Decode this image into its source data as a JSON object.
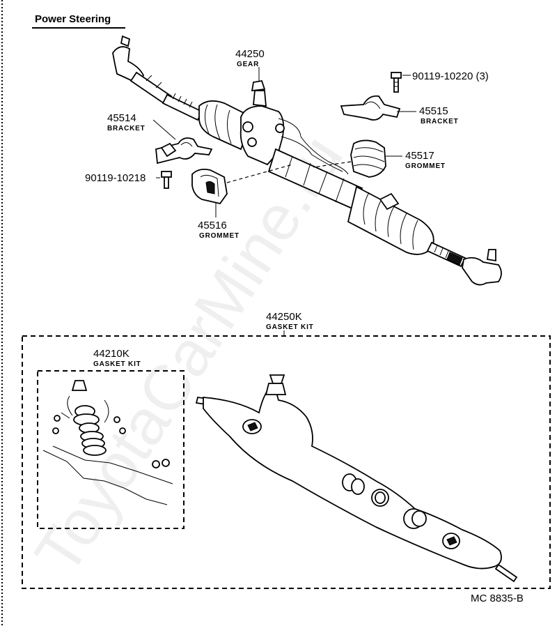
{
  "title": "Power Steering",
  "watermark": "ToyotaCarMine.ru",
  "figure_code": "MC  8835-B",
  "parts": {
    "gear": {
      "number": "44250",
      "name": "GEAR"
    },
    "bolt_3": {
      "number": "90119-10220 (3)"
    },
    "bracket_45515": {
      "number": "45515",
      "name": "BRACKET"
    },
    "bracket_45514": {
      "number": "45514",
      "name": "BRACKET"
    },
    "grommet_45517": {
      "number": "45517",
      "name": "GROMMET"
    },
    "bolt_10218": {
      "number": "90119-10218"
    },
    "grommet_45516": {
      "number": "45516",
      "name": "GROMMET"
    },
    "kit_44250k": {
      "number": "44250K",
      "name": "GASKET KIT"
    },
    "kit_44210k": {
      "number": "44210K",
      "name": "GASKET KIT"
    }
  }
}
